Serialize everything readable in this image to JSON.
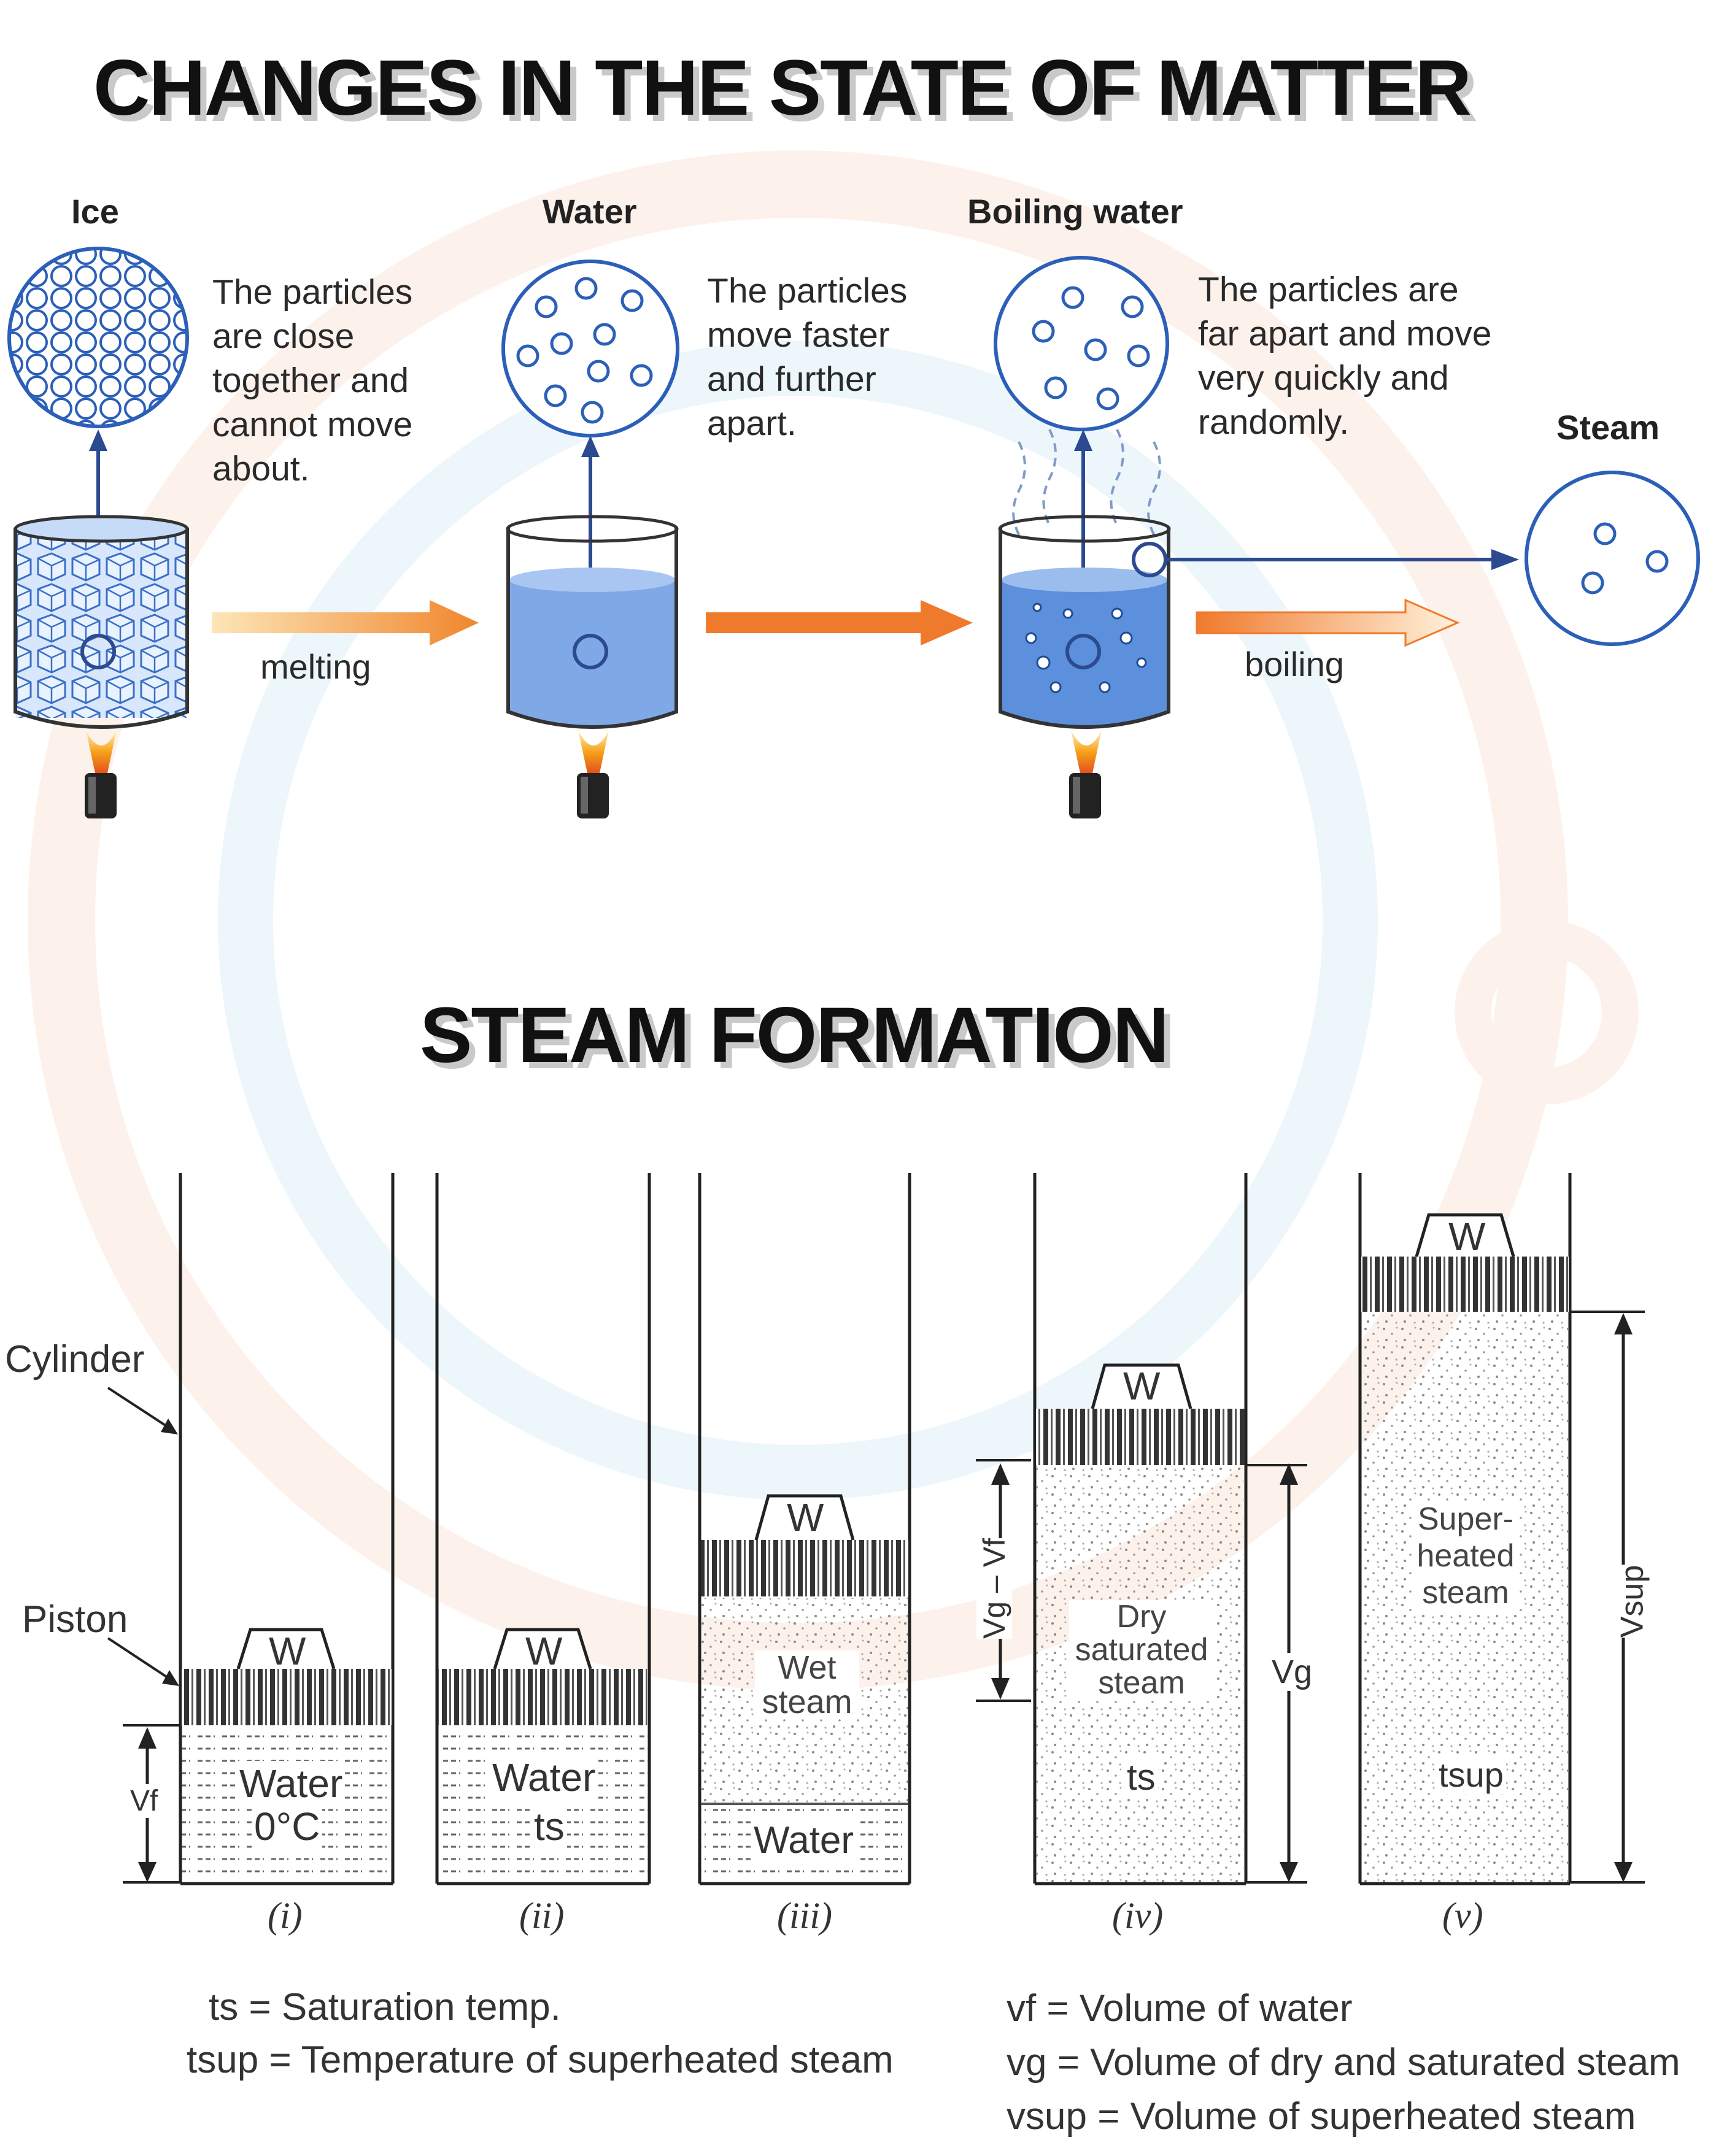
{
  "title": "CHANGES IN THE STATE OF MATTER",
  "states": [
    {
      "label": "Ice",
      "description": "The particles\nare close\ntogether and\ncannot move\nabout."
    },
    {
      "label": "Water",
      "description": "The particles\nmove faster\nand further\napart."
    },
    {
      "label": "Boiling water",
      "description": "The particles are\nfar apart and move\nvery quickly and\nrandomly."
    },
    {
      "label": "Steam"
    }
  ],
  "processes": {
    "melting": "melting",
    "boiling": "boiling"
  },
  "section2_title": "STEAM FORMATION",
  "cylinder_labels": {
    "cylinder": "Cylinder",
    "piston": "Piston"
  },
  "stages": [
    {
      "roman": "(i)",
      "weight": "W",
      "contents": "Water",
      "temp": "0°C",
      "dimension": "Vf"
    },
    {
      "roman": "(ii)",
      "weight": "W",
      "contents": "Water",
      "temp": "ts"
    },
    {
      "roman": "(iii)",
      "weight": "W",
      "contents": "Wet steam",
      "liquid": "Water"
    },
    {
      "roman": "(iv)",
      "weight": "W",
      "contents": "Dry saturated steam",
      "temp": "ts",
      "dimension": "Vg",
      "dimension2": "Vg – Vf"
    },
    {
      "roman": "(v)",
      "weight": "W",
      "contents": "Super-heated steam",
      "temp": "tsup",
      "dimension": "Vsup"
    }
  ],
  "legend_left": [
    {
      "symbol": "ts",
      "text": "= Saturation temp."
    },
    {
      "symbol": "tsup",
      "text": "= Temperature of superheated steam"
    }
  ],
  "legend_right": [
    {
      "symbol": "vf",
      "text": "= Volume of water"
    },
    {
      "symbol": "vg",
      "text": "= Volume of dry and saturated steam"
    },
    {
      "symbol": "vsup",
      "text": "= Volume of superheated steam"
    }
  ],
  "colors": {
    "water": "#4f86d6",
    "arrow": "#f07a2c",
    "flame": "#f5a623",
    "outline": "#2b4a8f",
    "heading_shadow": "#c9c9c9"
  }
}
